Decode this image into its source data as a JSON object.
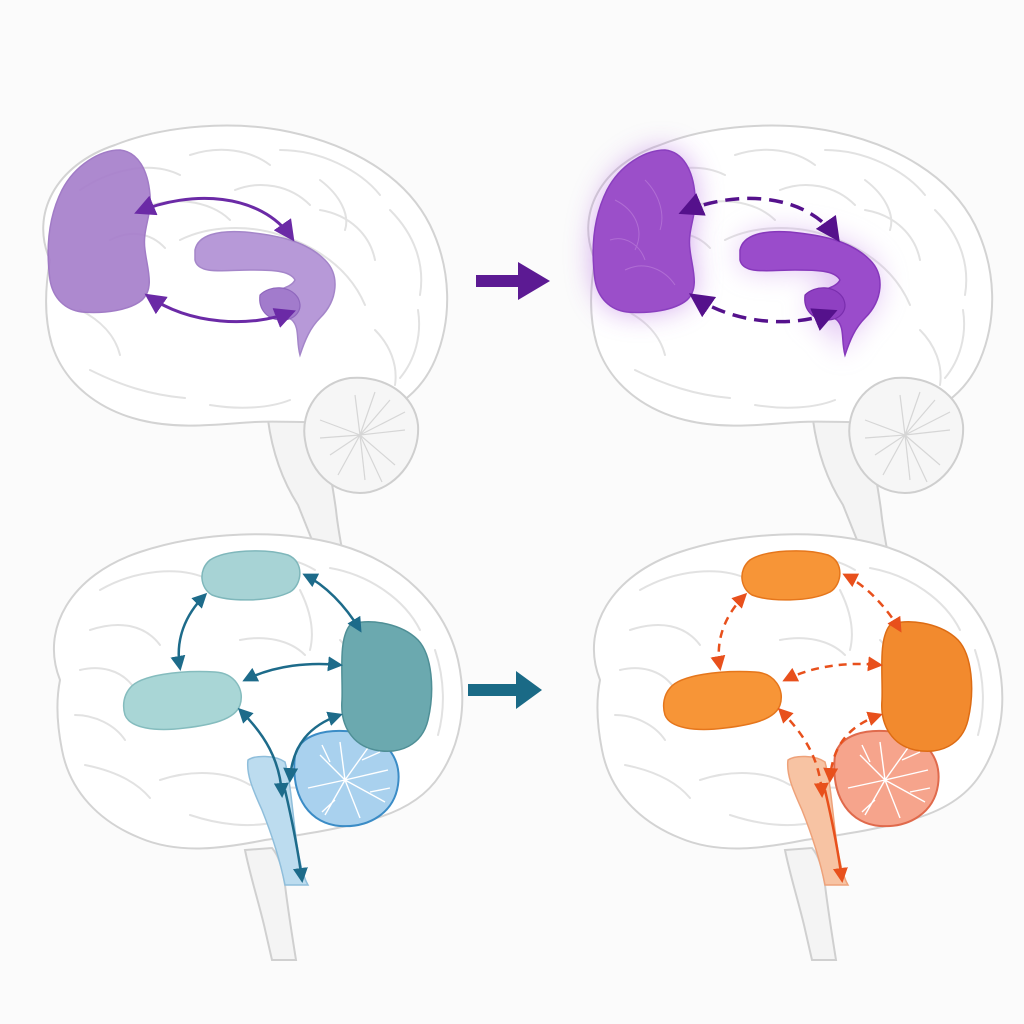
{
  "figure": {
    "panels": [
      {
        "id": "top-left",
        "state": "baseline",
        "accent": "#9b6bc6",
        "connections": "solid"
      },
      {
        "id": "top-right",
        "state": "altered",
        "accent": "#8a3fbf",
        "connections": "dashed",
        "glow": true
      },
      {
        "id": "bottom-left",
        "state": "baseline",
        "accent": "#6aa9ad",
        "connections": "solid"
      },
      {
        "id": "bottom-right",
        "state": "altered",
        "accent": "#f28a2e",
        "connections": "dashed"
      }
    ],
    "transition_arrows": [
      {
        "row": "top",
        "color": "#5c1a93"
      },
      {
        "row": "bottom",
        "color": "#1a6a86"
      }
    ]
  }
}
